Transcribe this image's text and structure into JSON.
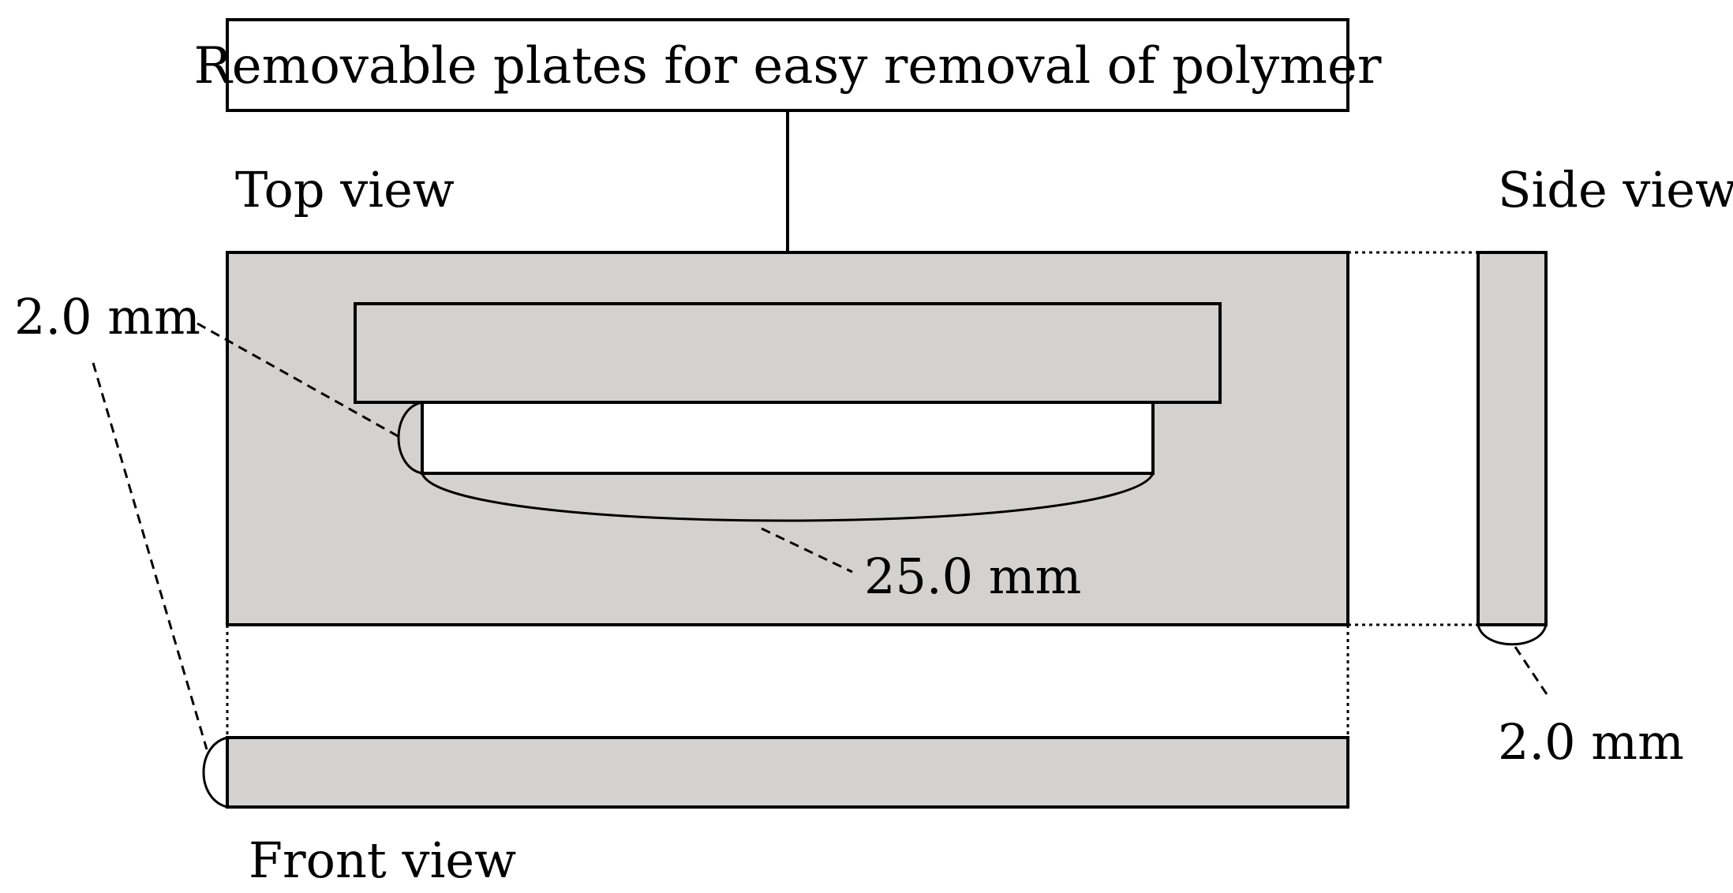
{
  "callout": {
    "text": "Removable plates for easy removal of polymer"
  },
  "views": {
    "top": "Top view",
    "side": "Side view",
    "front": "Front view"
  },
  "dimensions": {
    "slot_depth_left": "2.0 mm",
    "slot_length": "25.0 mm",
    "side_thickness": "2.0 mm"
  },
  "colors": {
    "plate_fill": "#d3d2d1",
    "line": "#000000",
    "background": "#ffffff"
  }
}
